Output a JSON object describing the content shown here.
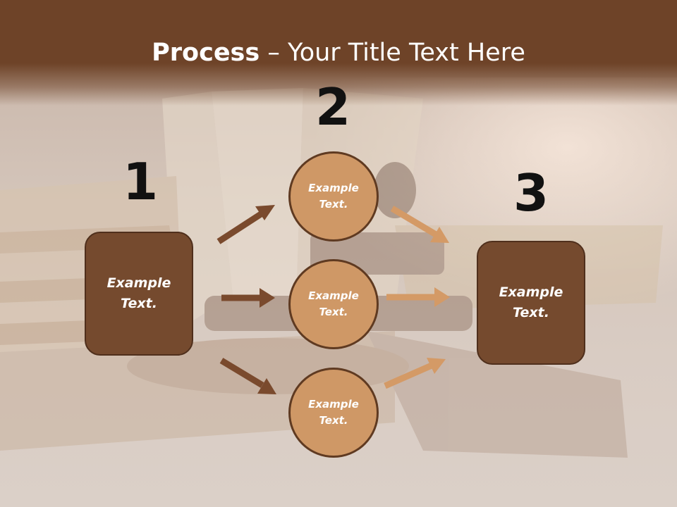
{
  "header": {
    "title_bold": "Process",
    "title_rest": " – Your Title Text Here"
  },
  "steps": {
    "n1": "1",
    "n2": "2",
    "n3": "3"
  },
  "boxes": {
    "left": "Example\nText.",
    "right": "Example\nText."
  },
  "circles": {
    "top": "Example\nText.",
    "middle": "Example\nText.",
    "bottom": "Example\nText."
  },
  "colors": {
    "header": "#6e4328",
    "box": "#754a2e",
    "circle": "#cf9866",
    "arrow_dark": "#7a4a2d",
    "arrow_light": "#d49a66"
  }
}
